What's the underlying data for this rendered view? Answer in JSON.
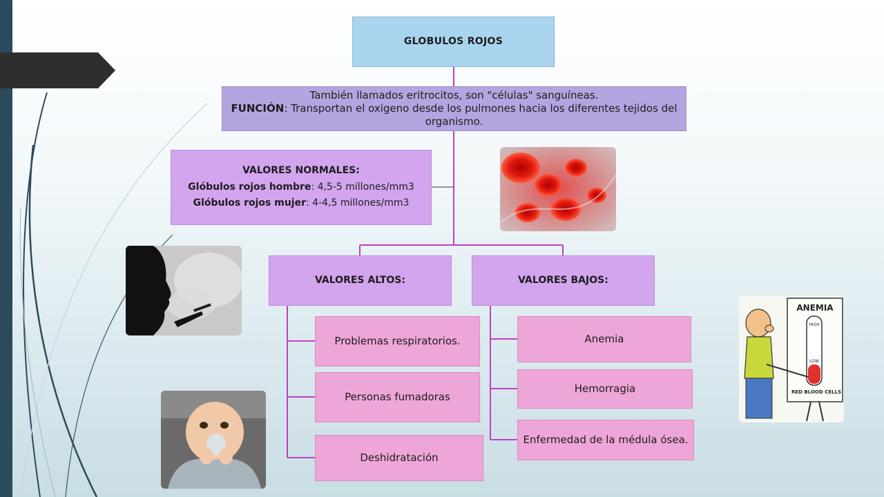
{
  "root": {
    "label": "GLOBULOS ROJOS"
  },
  "description": {
    "line1": "También llamados eritrocitos, son \"células\" sanguíneas.",
    "function_label": "FUNCIÓN",
    "function_text": ": Transportan el oxigeno desde los pulmones hacia los diferentes tejidos del organismo."
  },
  "normal_values": {
    "header": "VALORES NORMALES:",
    "male_label": "Glóbulos rojos hombre",
    "male_value": ": 4,5-5 millones/mm3",
    "female_label": "Glóbulos rojos mujer",
    "female_value": ": 4-4,5 millones/mm3"
  },
  "high_values": {
    "header": "VALORES ALTOS:",
    "items": [
      "Problemas respiratorios.",
      "Personas fumadoras",
      "Deshidratación"
    ]
  },
  "low_values": {
    "header": "VALORES BAJOS:",
    "items": [
      "Anemia",
      "Hemorragia",
      "Enfermedad de la médula ósea."
    ]
  },
  "images": {
    "anemia_sign_title": "ANEMIA",
    "anemia_high": "HIGH",
    "anemia_low": "LOW",
    "anemia_caption": "RED BLOOD CELLS"
  },
  "colors": {
    "root_fill": "#a8d4ee",
    "description_fill": "#b4a4e0",
    "category_fill": "#d3a5ee",
    "leaf_fill": "#eea5d8",
    "connector": "#c040c0",
    "sidebar": "#2b4a5c"
  }
}
